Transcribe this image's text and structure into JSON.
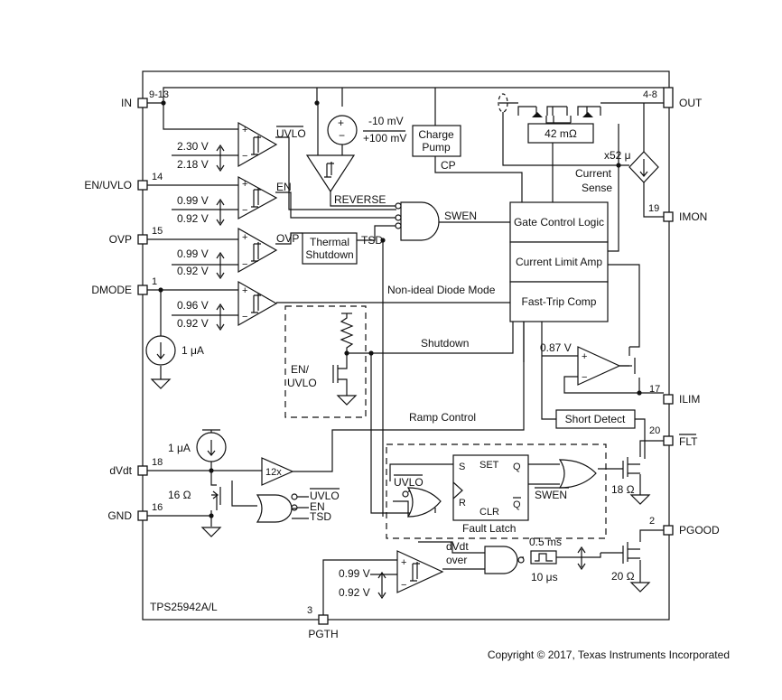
{
  "pins": {
    "in": "IN",
    "in_num": "9-13",
    "out": "OUT",
    "out_num": "4-8",
    "en": "EN/UVLO",
    "en_num": "14",
    "ovp": "OVP",
    "ovp_num": "15",
    "dmode": "DMODE",
    "dmode_num": "1",
    "imon": "IMON",
    "imon_num": "19",
    "ilim": "ILIM",
    "ilim_num": "17",
    "flt": "FLT",
    "flt_num": "20",
    "pgood": "PGOOD",
    "pgood_num": "2",
    "dvdt": "dVdt",
    "dvdt_num": "18",
    "gnd": "GND",
    "gnd_num": "16",
    "pgth": "PGTH",
    "pgth_num": "3"
  },
  "blocks": {
    "charge_pump_1": "Charge",
    "charge_pump_2": "Pump",
    "thermal_1": "Thermal",
    "thermal_2": "Shutdown",
    "gate_control": "Gate Control Logic",
    "current_limit": "Current Limit Amp",
    "fast_trip": "Fast-Trip Comp",
    "short_detect": "Short Detect",
    "fault_latch": "Fault Latch",
    "amp_12x": "12x"
  },
  "labels": {
    "uvlo": "UVLO",
    "en": "EN",
    "ovp": "OVP",
    "v230": "2.30 V",
    "v218": "2.18 V",
    "v099a": "0.99 V",
    "v092a": "0.92 V",
    "v099b": "0.99 V",
    "v092b": "0.92 V",
    "v096": "0.96 V",
    "v092c": "0.92 V",
    "v099c": "0.99 V",
    "v092d": "0.92 V",
    "v087": "0.87 V",
    "mv_neg": "-10 mV",
    "mv_pos": "+100 mV",
    "reverse": "REVERSE",
    "cp": "CP",
    "tsd": "TSD",
    "swen": "SWEN",
    "r42": "42 mΩ",
    "x52": "x52 μ",
    "cs1": "Current",
    "cs2": "Sense",
    "nid": "Non-ideal Diode Mode",
    "shutdown": "Shutdown",
    "ramp": "Ramp Control",
    "en_uvlo_1": "EN/",
    "en_uvlo_2": "UVLO",
    "ua1": "1 μA",
    "ua2": "1 μA",
    "r16": "16 Ω",
    "r18": "18 Ω",
    "r20": "20 Ω",
    "gate_uvlo": "UVLO",
    "gate_en": "EN",
    "gate_tsd": "TSD",
    "latch_uvlo": "UVLO",
    "latch_s": "S",
    "latch_set": "SET",
    "latch_q": "Q",
    "latch_r": "R",
    "latch_clr": "CLR",
    "latch_qb": "Q",
    "swen_bar": "SWEN",
    "dvdt_over_1": "dVdt",
    "dvdt_over_2": "over",
    "t05": "0.5 ms",
    "t10": "10 μs",
    "part": "TPS25942A/L"
  },
  "copyright": "Copyright © 2017, Texas Instruments Incorporated"
}
